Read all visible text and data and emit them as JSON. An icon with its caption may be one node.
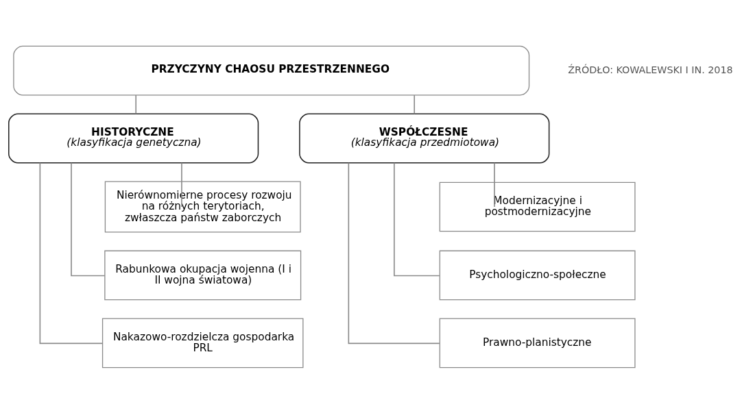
{
  "diagram": {
    "nodes": [
      {
        "text": [
          "PRZYCZYNY CHAOSU PRZESTRZENNEGO"
        ]
      },
      {
        "text": [
          "HISTORYCZNE",
          "(klasyfikacja genetyczna)"
        ]
      },
      {
        "text": [
          "WSPÓŁCZESNE",
          "(klasyfikacja przedmiotowa)"
        ]
      },
      {
        "text": [
          "Nierównomierne procesy rozwoju na różnych terytoriach, zwłaszcza państw zaborczych"
        ]
      },
      {
        "text": [
          "Rabunkowa okupacja wojenna (I i II wojna światowa)"
        ]
      },
      {
        "text": [
          "Nakazowo-rozdzielcza gospodarka PRL"
        ]
      },
      {
        "text": [
          "Modernizacyjne i postmodernizacyjne"
        ]
      },
      {
        "text": [
          "Psychologiczno-społeczne"
        ]
      },
      {
        "text": [
          "Prawno-planistyczne"
        ]
      }
    ],
    "edges": [
      {
        "from": 0,
        "to": 1,
        "arrow": "none"
      },
      {
        "from": 0,
        "to": 2,
        "arrow": "none"
      },
      {
        "from": 1,
        "to": 3,
        "arrow": "none"
      },
      {
        "from": 1,
        "to": 4,
        "arrow": "none"
      },
      {
        "from": 1,
        "to": 5,
        "arrow": "none"
      },
      {
        "from": 2,
        "to": 6,
        "arrow": "none"
      },
      {
        "from": 2,
        "to": 7,
        "arrow": "none"
      },
      {
        "from": 2,
        "to": 8,
        "arrow": "none"
      }
    ],
    "labels": [
      "ŹRÓDŁO: KOWALEWSKI I IN. 2018"
    ]
  }
}
